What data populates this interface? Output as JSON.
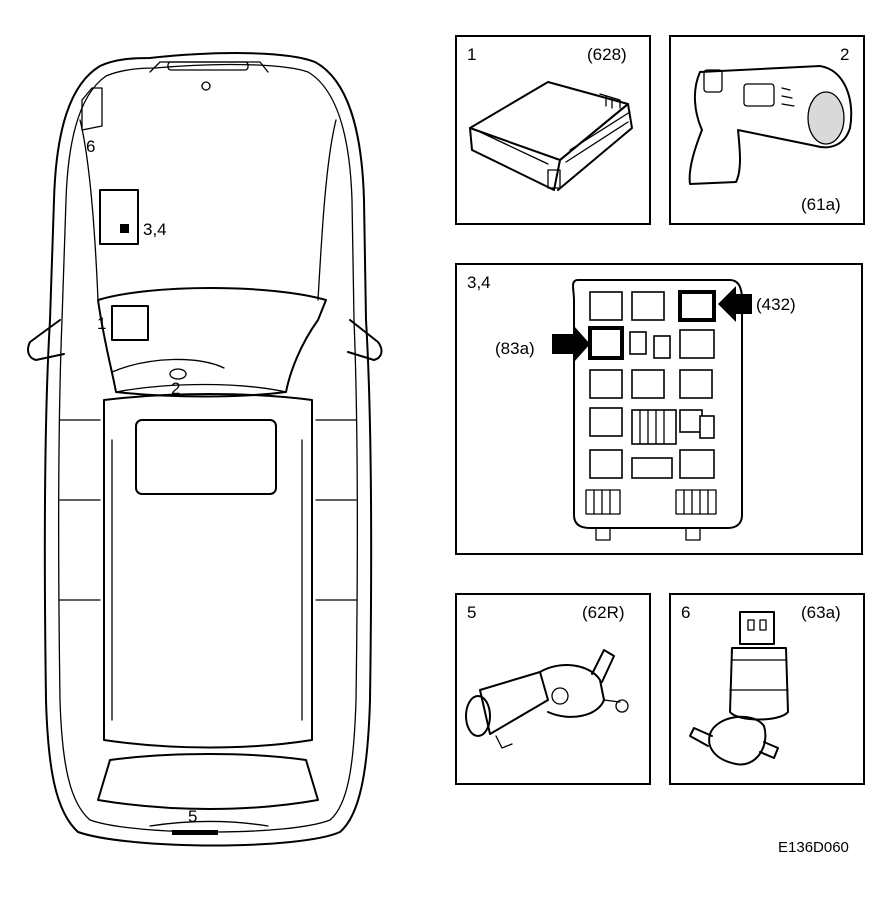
{
  "car_callouts": {
    "c1": "1",
    "c2": "2",
    "c34": "3,4",
    "c5": "5",
    "c6": "6"
  },
  "panels": {
    "p1": {
      "number": "1",
      "ref": "(628)"
    },
    "p2": {
      "number": "2",
      "ref": "(61a)"
    },
    "p34": {
      "number": "3,4",
      "ref_left": "(83a)",
      "ref_right": "(432)"
    },
    "p5": {
      "number": "5",
      "ref": "(62R)"
    },
    "p6": {
      "number": "6",
      "ref": "(63a)"
    }
  },
  "figure_code": "E136D060"
}
